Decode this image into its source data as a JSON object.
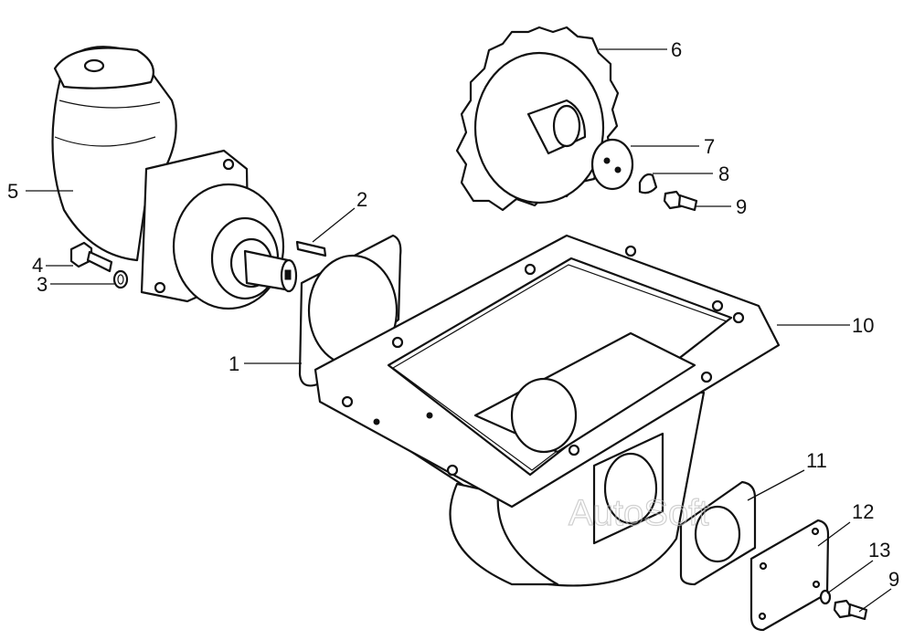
{
  "callouts": [
    {
      "id": "c1",
      "label": "1"
    },
    {
      "id": "c2",
      "label": "2"
    },
    {
      "id": "c3",
      "label": "3"
    },
    {
      "id": "c4",
      "label": "4"
    },
    {
      "id": "c5",
      "label": "5"
    },
    {
      "id": "c6",
      "label": "6"
    },
    {
      "id": "c7",
      "label": "7"
    },
    {
      "id": "c8",
      "label": "8"
    },
    {
      "id": "c9a",
      "label": "9"
    },
    {
      "id": "c10",
      "label": "10"
    },
    {
      "id": "c11",
      "label": "11"
    },
    {
      "id": "c12",
      "label": "12"
    },
    {
      "id": "c13",
      "label": "13"
    },
    {
      "id": "c9b",
      "label": "9"
    }
  ],
  "watermark": "AutoSoft",
  "colors": {
    "ink": "#111111",
    "paper": "#ffffff",
    "watermark": "#bdbdbd"
  }
}
